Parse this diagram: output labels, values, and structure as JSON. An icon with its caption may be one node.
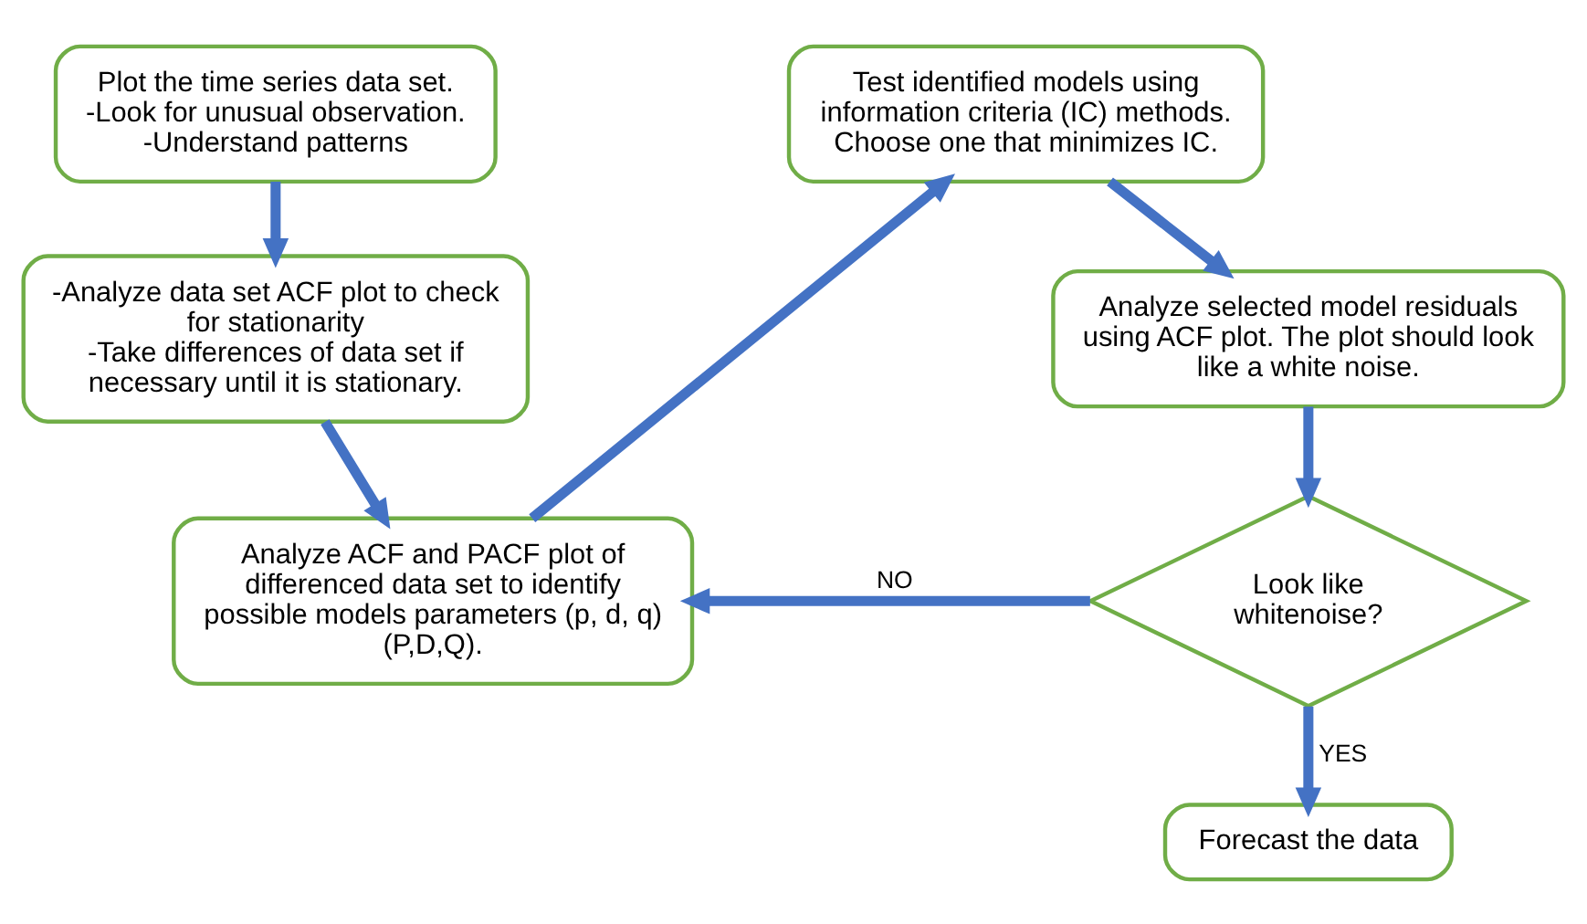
{
  "diagram": {
    "nodes": [
      {
        "text": [
          "Plot the time series data set.",
          "-Look for unusual observation.",
          "-Understand patterns"
        ]
      },
      {
        "text": [
          "-Analyze data set ACF plot to check for stationarity",
          "-Take differences of data set if necessary until it is stationary."
        ]
      },
      {
        "text": [
          "Analyze ACF and PACF plot of differenced data set to identify possible models parameters (p, d, q) (P,D,Q)."
        ]
      },
      {
        "text": [
          "Test identified models using information criteria (IC) methods. Choose one that minimizes IC."
        ]
      },
      {
        "text": [
          "Analyze selected model residuals using ACF plot. The plot should look like a white noise."
        ]
      },
      {
        "text": [
          "Look like whitenoise?"
        ]
      },
      {
        "text": [
          "Forecast the data"
        ]
      }
    ],
    "edges": [
      {
        "from": 0,
        "to": 1,
        "arrow": "to"
      },
      {
        "from": 1,
        "to": 2,
        "arrow": "to"
      },
      {
        "from": 2,
        "to": 3,
        "arrow": "to"
      },
      {
        "from": 3,
        "to": 4,
        "arrow": "to"
      },
      {
        "from": 4,
        "to": 5,
        "arrow": "to"
      },
      {
        "from": 5,
        "to": 2,
        "arrow": "to",
        "label": "NO"
      },
      {
        "from": 5,
        "to": 6,
        "arrow": "to",
        "label": "YES"
      }
    ]
  }
}
